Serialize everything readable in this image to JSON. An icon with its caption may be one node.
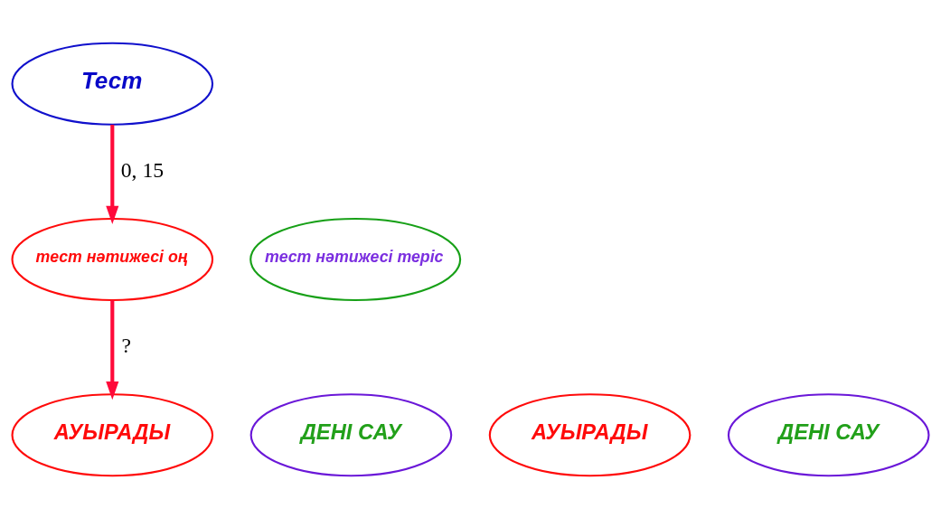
{
  "diagram": {
    "nodes": [
      {
        "text": [
          "Тест"
        ]
      },
      {
        "text": [
          "тест нәтижесі оң"
        ]
      },
      {
        "text": [
          "тест нәтижесі теріс"
        ]
      },
      {
        "text": [
          "АУЫРАДЫ"
        ]
      },
      {
        "text": [
          "ДЕНІ САУ"
        ]
      },
      {
        "text": [
          "АУЫРАДЫ"
        ]
      },
      {
        "text": [
          "ДЕНІ САУ"
        ]
      }
    ],
    "edges": [
      {
        "from": 0,
        "to": 1,
        "arrow": "to",
        "label": "0, 15"
      },
      {
        "from": 1,
        "to": 3,
        "arrow": "to",
        "label": "?"
      }
    ]
  }
}
